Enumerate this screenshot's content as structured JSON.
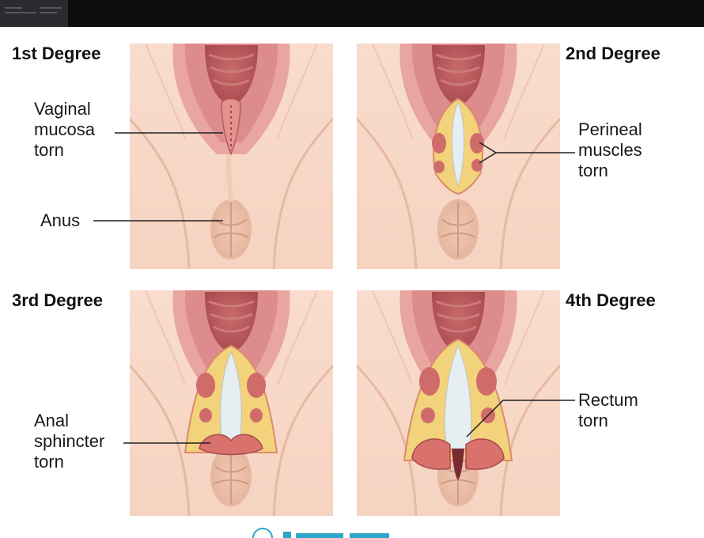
{
  "colors": {
    "skin": "#f8dbcb",
    "skin_shade": "#ecc4ae",
    "mucosa": "#d9818a",
    "mucosa_dark": "#a8454a",
    "tissue_yellow": "#f2d27a",
    "muscle": "#cf6c6a",
    "white_tissue": "#e6eef2"
  },
  "panels": [
    {
      "title": "1st Degree",
      "severity": 1
    },
    {
      "title": "2nd Degree",
      "severity": 2
    },
    {
      "title": "3rd Degree",
      "severity": 3
    },
    {
      "title": "4th Degree",
      "severity": 4
    }
  ],
  "labels": {
    "vaginal_mucosa": "Vaginal\nmucosa\ntorn",
    "anus": "Anus",
    "perineal_muscles": "Perineal\nmuscles\ntorn",
    "anal_sphincter": "Anal\nsphincter\ntorn",
    "rectum": "Rectum\ntorn"
  },
  "icons": {
    "watermark": "circle-logo-icon"
  }
}
